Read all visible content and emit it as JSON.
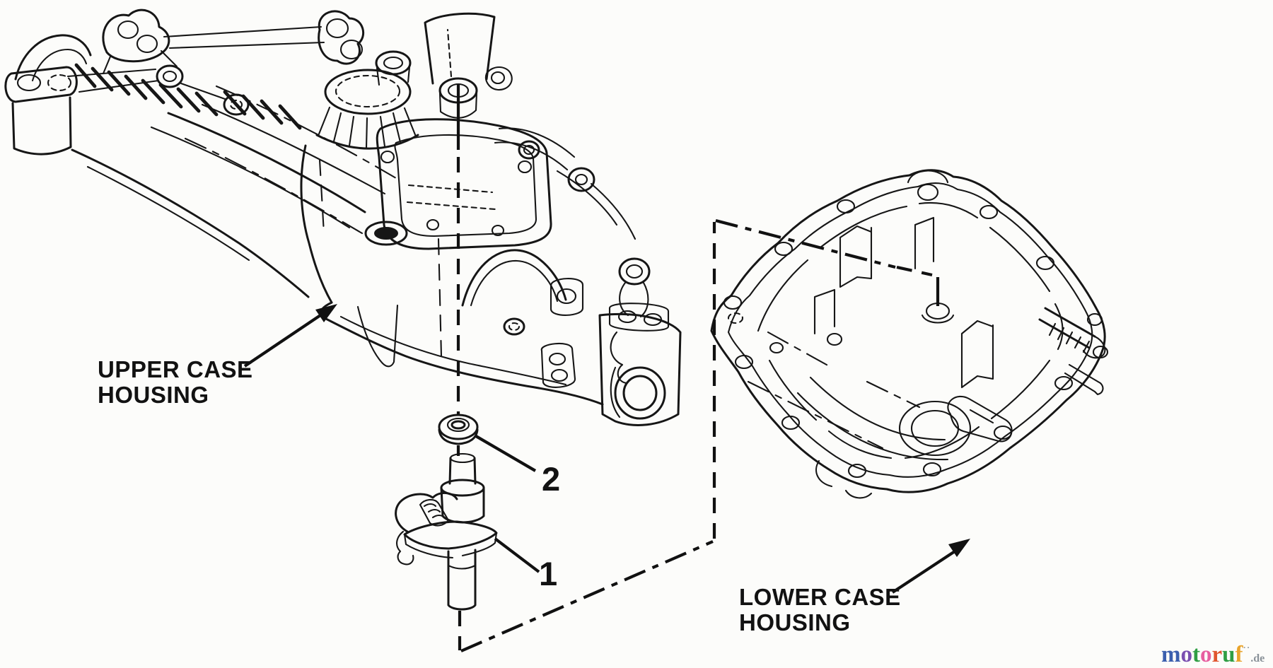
{
  "page": {
    "background_color": "#fcfcfa",
    "ink_color": "#161616"
  },
  "diagram": {
    "callouts": {
      "upper_case": {
        "line1": "UPPER CASE",
        "line2": "HOUSING"
      },
      "lower_case": {
        "line1": "LOWER CASE",
        "line2": "HOUSING"
      },
      "part_numbers": {
        "control_shaft": "1",
        "seal": "2"
      }
    }
  },
  "watermark": {
    "letters": [
      {
        "char": "m",
        "color": "#3b5fae"
      },
      {
        "char": "o",
        "color": "#7a4fb0"
      },
      {
        "char": "t",
        "color": "#2f9e44"
      },
      {
        "char": "o",
        "color": "#e75fa0"
      },
      {
        "char": "r",
        "color": "#e0552f"
      },
      {
        "char": "u",
        "color": "#2f9e44"
      },
      {
        "char": "f",
        "color": "#e9a42c"
      }
    ],
    "marks": "··",
    "marks_color": "#9aa0a6",
    "suffix": ".de",
    "suffix_color": "#8a9299"
  }
}
